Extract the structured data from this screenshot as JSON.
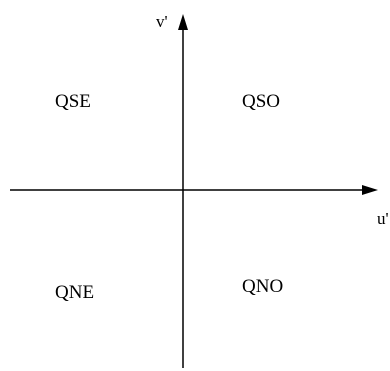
{
  "axes": {
    "horizontal_label": "u'",
    "vertical_label": "v'"
  },
  "quadrants": {
    "top_left": "QSE",
    "top_right": "QSO",
    "bottom_left": "QNE",
    "bottom_right": "QNO"
  }
}
